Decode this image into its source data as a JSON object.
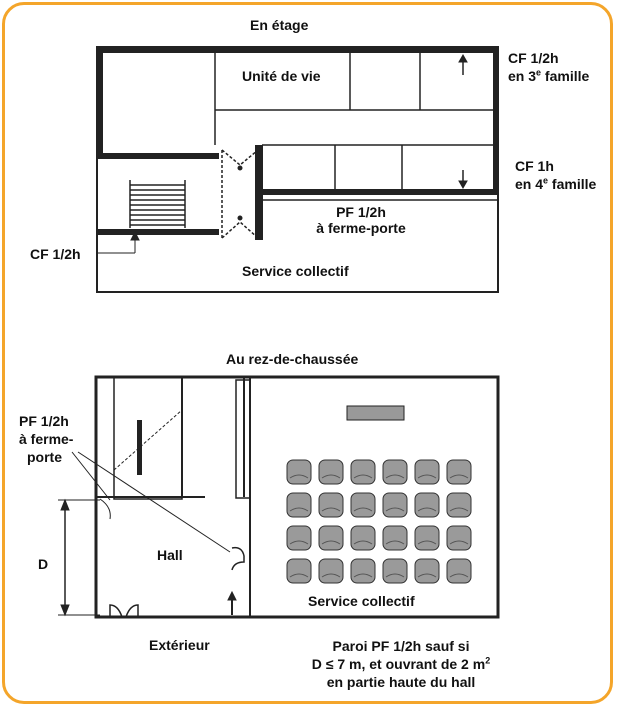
{
  "upper": {
    "title": "En étage",
    "unite_de_vie": "Unité de vie",
    "cf_top_line1": "CF 1/2h",
    "cf_top_line2a": "en 3",
    "cf_top_sup": "e",
    "cf_top_line2b": " famille",
    "cf_mid_line1": "CF 1h",
    "cf_mid_line2a": "en 4",
    "cf_mid_sup": "e",
    "cf_mid_line2b": " famille",
    "pf_line1": "PF 1/2h",
    "pf_line2": "à ferme-porte",
    "cf_left": "CF 1/2h",
    "service": "Service collectif"
  },
  "lower": {
    "title": "Au rez-de-chaussée",
    "pf_line1": "PF 1/2h",
    "pf_line2": "à ferme-",
    "pf_line3": "porte",
    "d_label": "D",
    "hall": "Hall",
    "service": "Service collectif",
    "exterieur": "Extérieur",
    "paroi_line1": "Paroi PF 1/2h sauf si",
    "paroi_line2a": "D ≤ 7 m, et ouvrant de 2 m",
    "paroi_sup": "2",
    "paroi_line3": "en partie haute du hall"
  },
  "colors": {
    "frame": "#f4a52a",
    "wall": "#222222",
    "seat": "#9a9a9a"
  }
}
